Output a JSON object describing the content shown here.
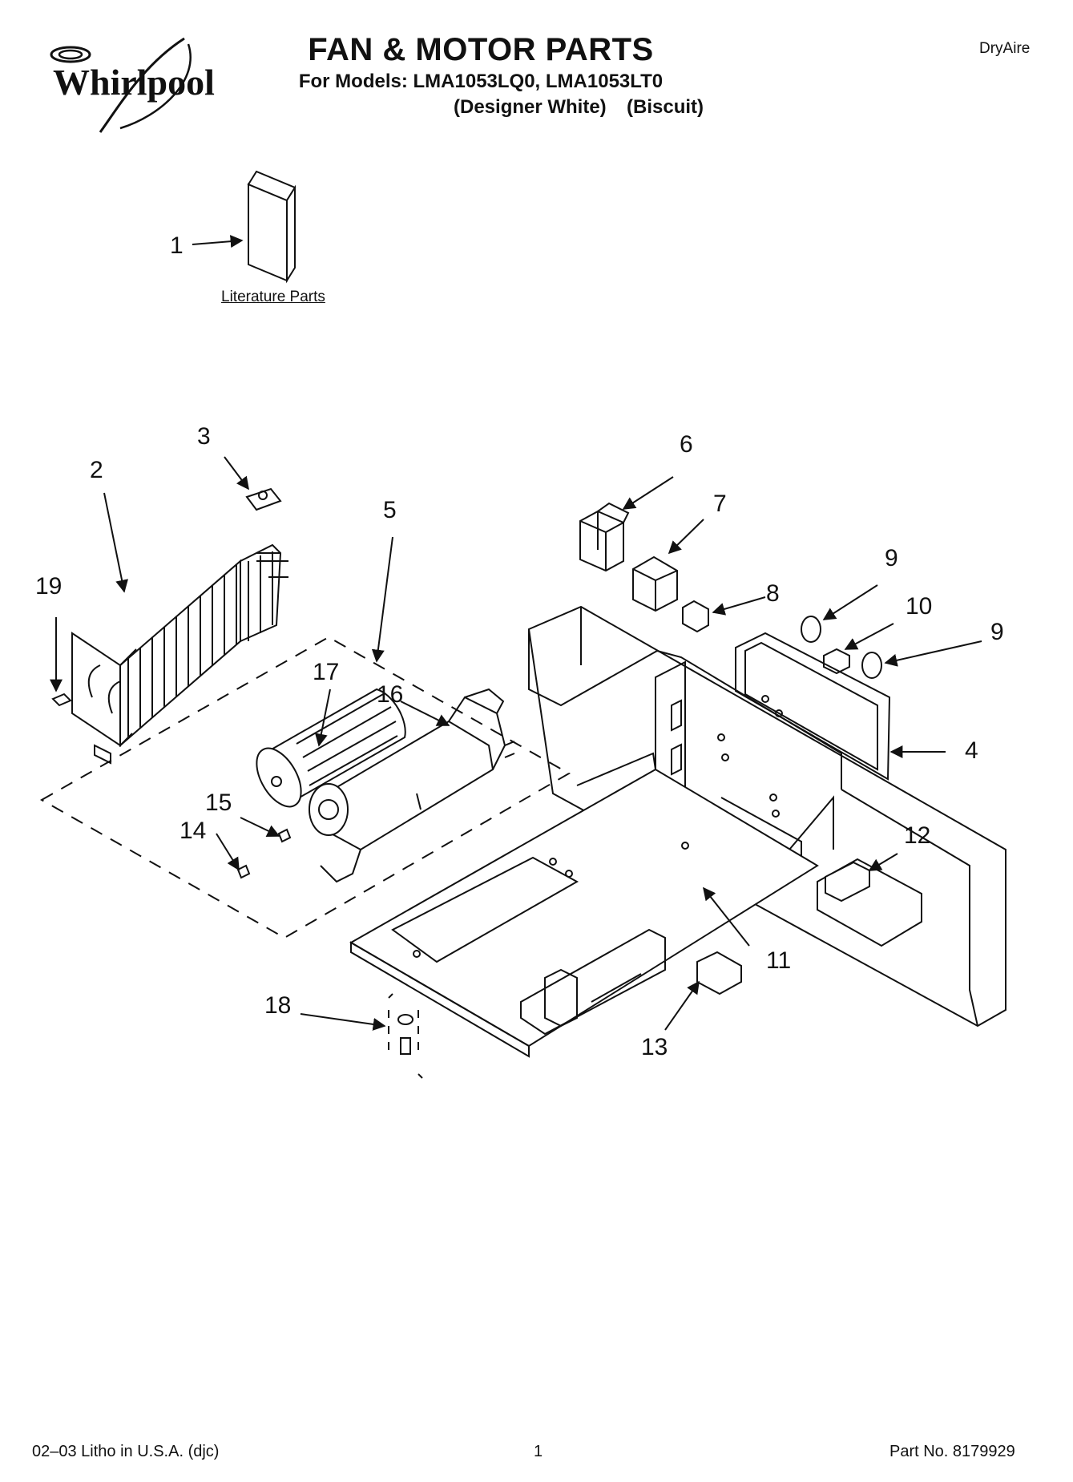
{
  "brand": {
    "logo_text": "Whirlpool",
    "top_right": "DryAire"
  },
  "header": {
    "title": "FAN & MOTOR PARTS",
    "models_line": "For Models: LMA1053LQ0, LMA1053LT0",
    "variant_1": "(Designer White)",
    "variant_2": "(Biscuit)"
  },
  "diagram": {
    "literature_label": "Literature Parts",
    "callouts": [
      "1",
      "2",
      "3",
      "4",
      "5",
      "6",
      "7",
      "8",
      "9",
      "10",
      "9",
      "11",
      "12",
      "13",
      "14",
      "15",
      "16",
      "17",
      "18",
      "19"
    ]
  },
  "footer": {
    "left": "02–03 Litho in U.S.A. (djc)",
    "center": "1",
    "right": "Part No. 8179929"
  }
}
